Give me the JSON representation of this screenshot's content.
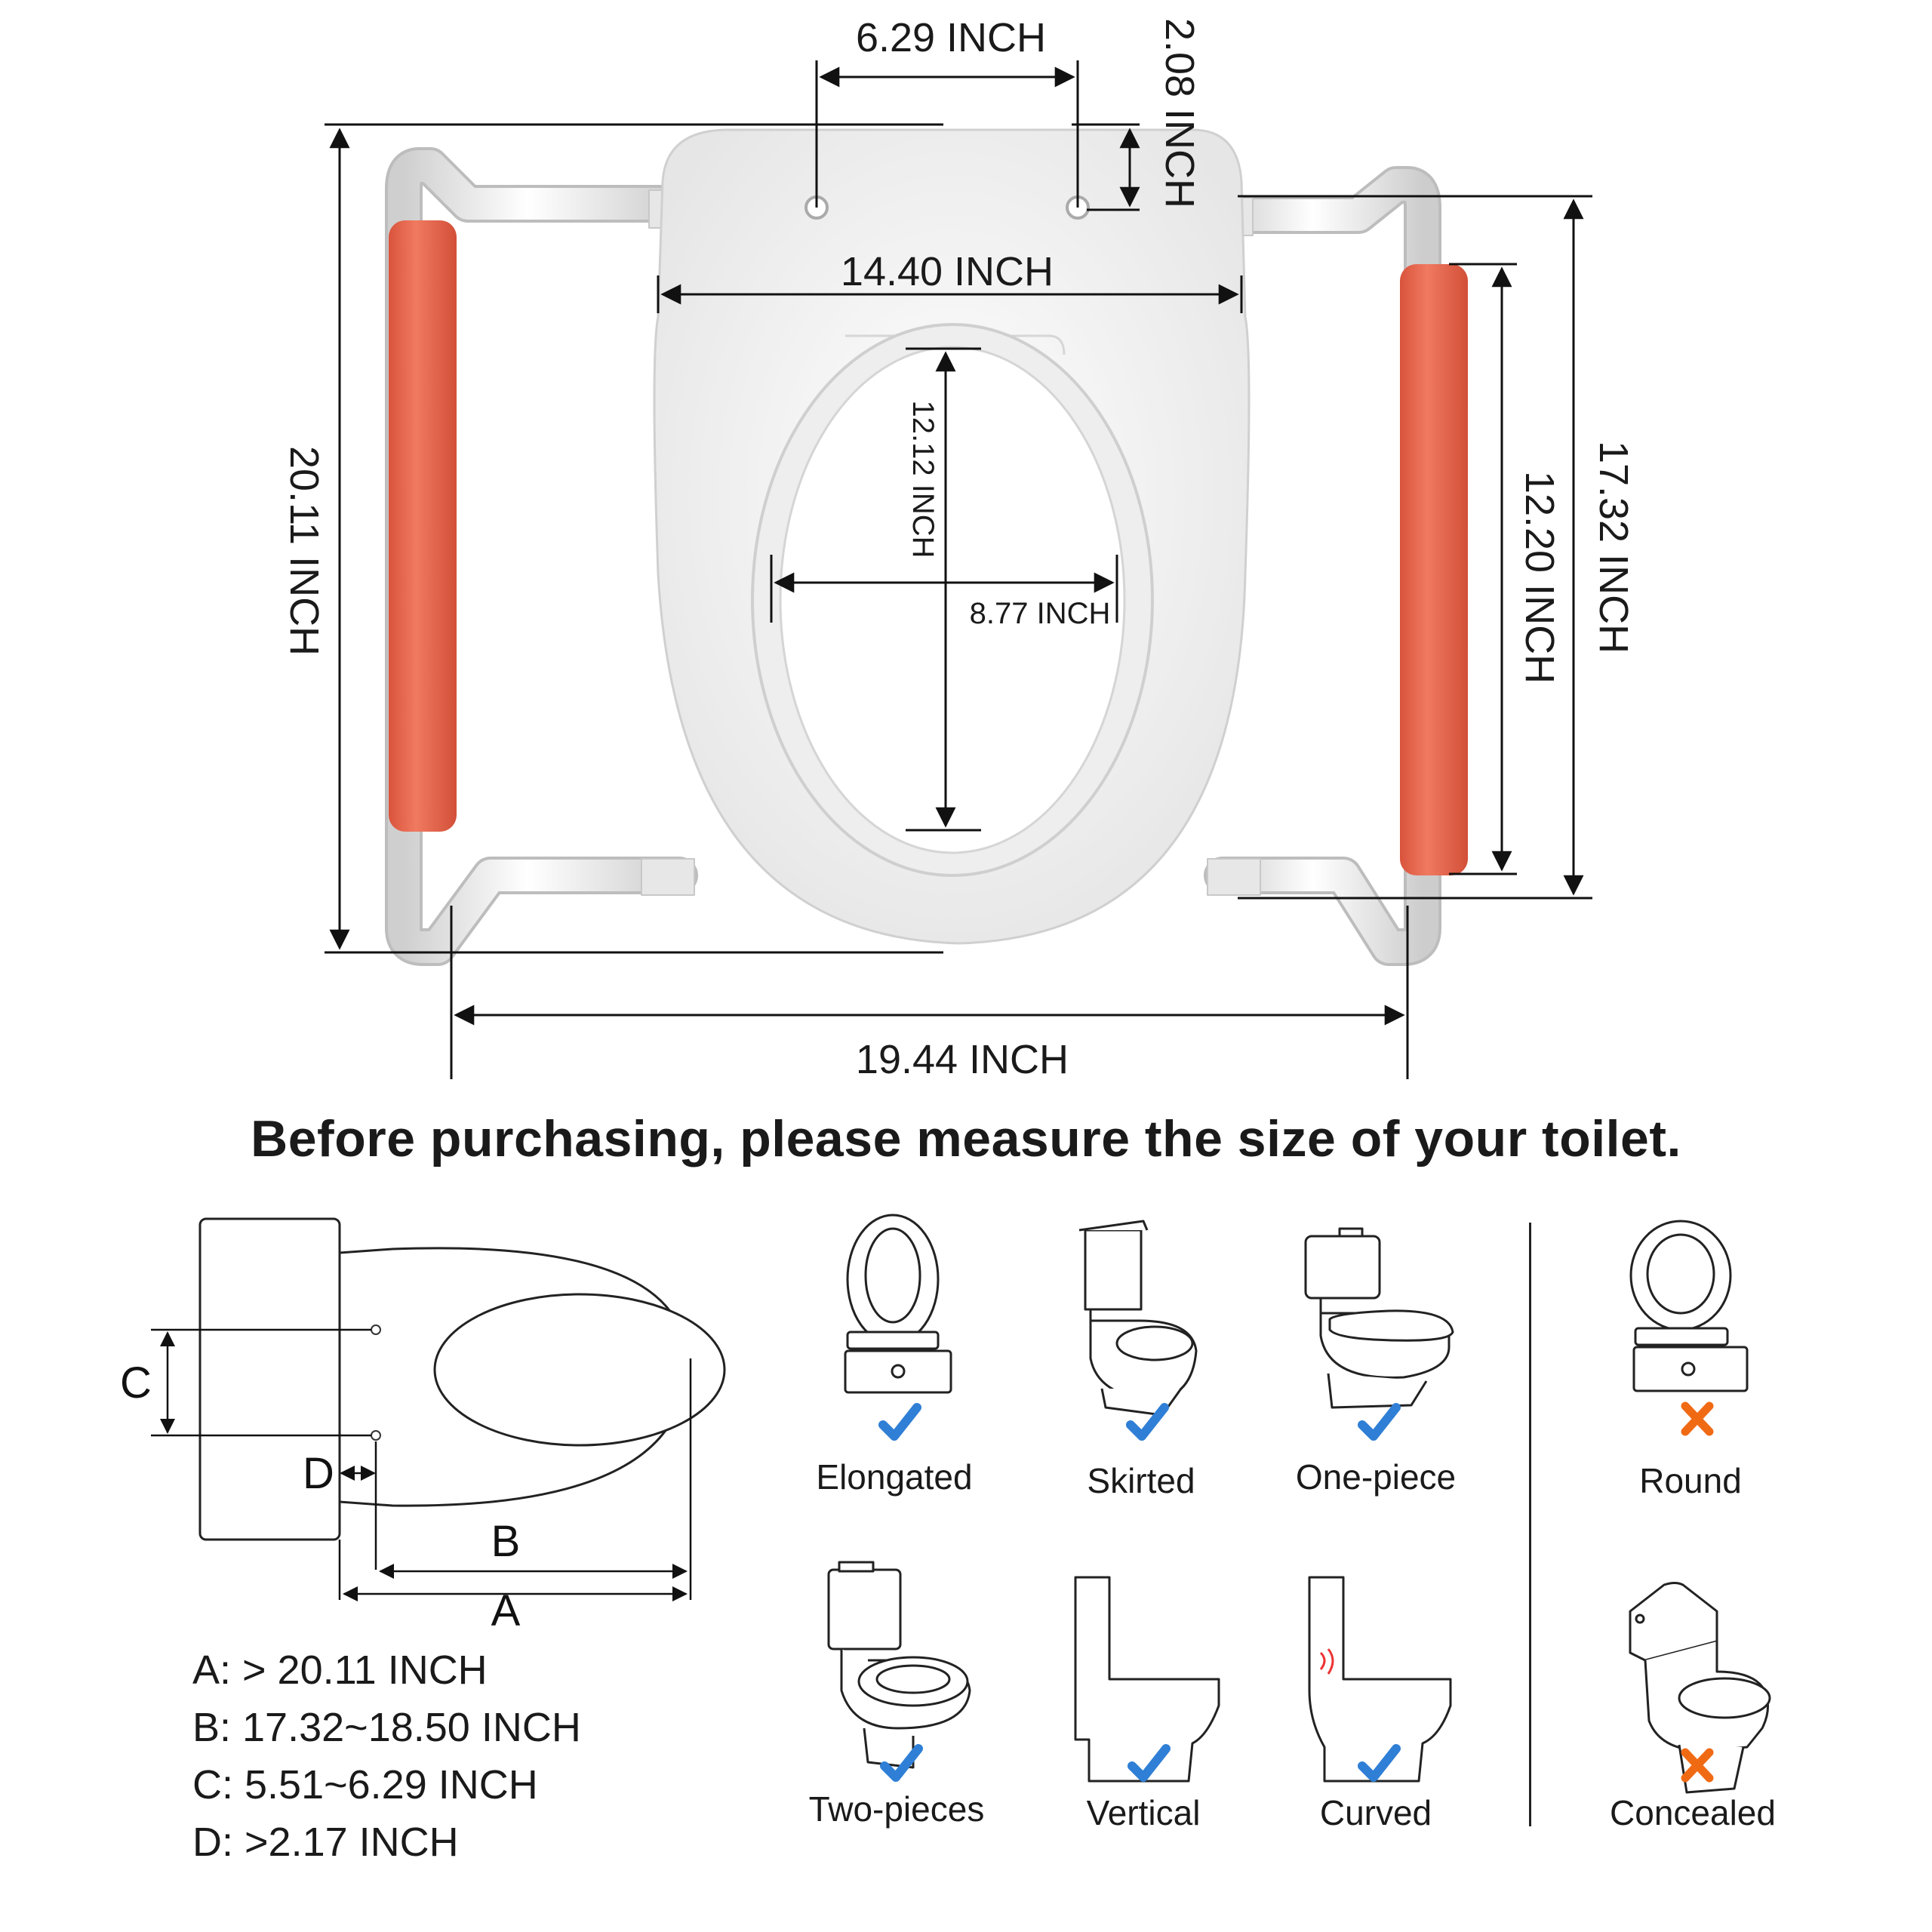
{
  "dimensions": {
    "hole_spacing": "6.29 INCH",
    "hole_to_back": "2.08 INCH",
    "seat_width": "14.40 INCH",
    "opening_length": "12.12 INCH",
    "opening_width": "8.77 INCH",
    "overall_depth": "20.11 INCH",
    "armrest_length": "12.20 INCH",
    "frame_depth": "17.32 INCH",
    "overall_width": "19.44 INCH"
  },
  "title": "Before purchasing, please measure the size of  your toilet.",
  "measure_diagram": {
    "labels": {
      "a": "A",
      "b": "B",
      "c": "C",
      "d": "D"
    }
  },
  "specs": [
    "A: > 20.11 INCH",
    "B: 17.32~18.50 INCH",
    "C: 5.51~6.29 INCH",
    "D: >2.17 INCH"
  ],
  "compatible": [
    {
      "label": "Elongated",
      "status": "check"
    },
    {
      "label": "Skirted",
      "status": "check"
    },
    {
      "label": "One-piece",
      "status": "check"
    },
    {
      "label": "Two-pieces",
      "status": "check"
    },
    {
      "label": "Vertical",
      "status": "check"
    },
    {
      "label": "Curved",
      "status": "check"
    }
  ],
  "incompatible": [
    {
      "label": "Round",
      "status": "cross"
    },
    {
      "label": "Concealed",
      "status": "cross"
    }
  ],
  "colors": {
    "grip": "#e8674f",
    "check": "#2f7fd6",
    "cross": "#f06a14",
    "frame": "#f2f2f2"
  }
}
